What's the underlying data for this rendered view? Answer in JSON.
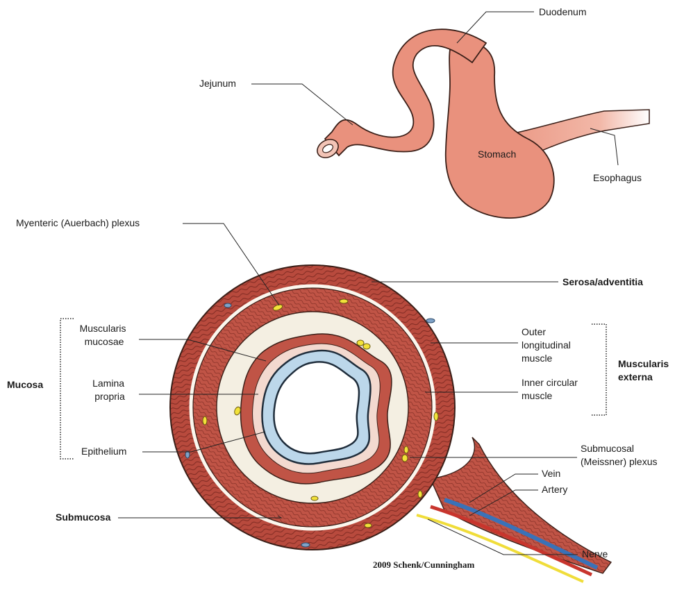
{
  "colors": {
    "gut": "#e9917d",
    "gut_outline": "#3a1f18",
    "muscle": "#b84a3d",
    "muscle_dark": "#8e2e25",
    "submucosa": "#f4efe2",
    "epithelium": "#bcd7ea",
    "plexus": "#f2e23a",
    "vein": "#3a72b8",
    "artery": "#c8352d",
    "nerve": "#f0dd3a"
  },
  "labels": {
    "duodenum": "Duodenum",
    "jejunum": "Jejunum",
    "stomach": "Stomach",
    "esophagus": "Esophagus",
    "myenteric_plexus": "Myenteric (Auerbach) plexus",
    "serosa": "Serosa/adventitia",
    "muscularis_mucosae": [
      "Muscularis",
      "mucosae"
    ],
    "lamina_propria": [
      "Lamina",
      "propria"
    ],
    "epithelium": "Epithelium",
    "mucosa": "Mucosa",
    "outer_longitudinal": [
      "Outer",
      "longitudinal",
      "muscle"
    ],
    "inner_circular": [
      "Inner circular",
      "muscle"
    ],
    "muscularis_externa": [
      "Muscularis",
      "externa"
    ],
    "submucosal_plexus": [
      "Submucosal",
      "(Meissner) plexus"
    ],
    "vein": "Vein",
    "artery": "Artery",
    "nerve": "Nerve",
    "submucosa": "Submucosa"
  },
  "credit": "2009 Schenk/Cunningham"
}
